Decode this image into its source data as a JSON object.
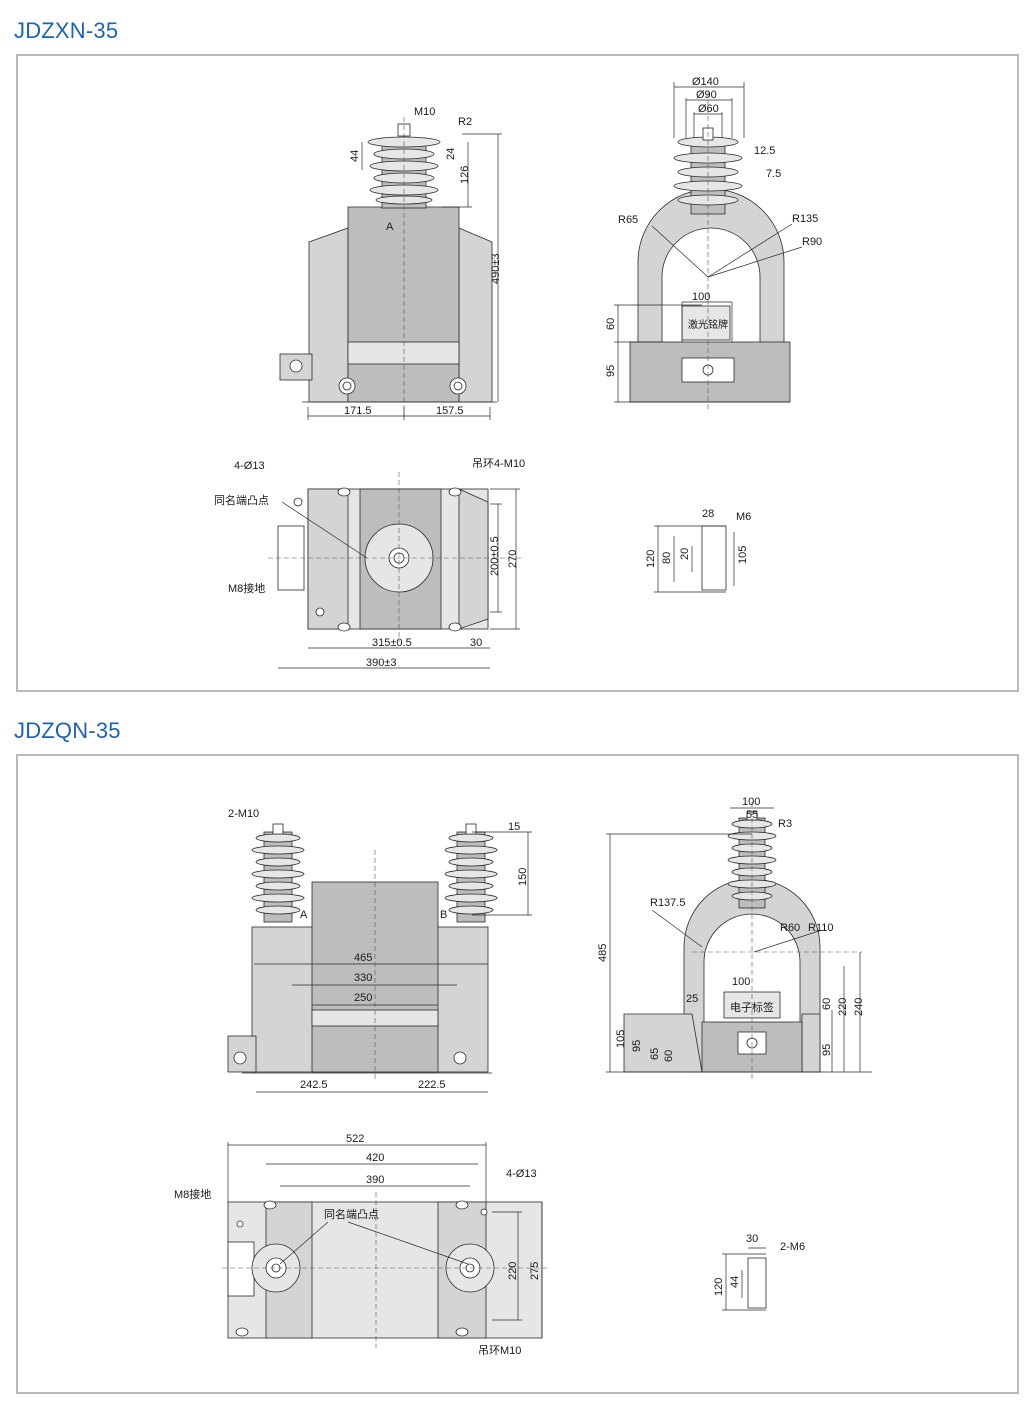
{
  "colors": {
    "title": "#1e63b3",
    "border": "#b9b9b9",
    "body": "#d4d4d4"
  },
  "section1": {
    "title": "JDZXN-35",
    "front": {
      "d_m10": "M10",
      "d_r2": "R2",
      "d_44": "44",
      "d_24": "24",
      "d_126": "126",
      "d_490": "490±3",
      "label_a": "A",
      "d_1715": "171.5",
      "d_1575": "157.5"
    },
    "side": {
      "d_140": "Ø140",
      "d_90": "Ø90",
      "d_60": "Ø60",
      "d_125": "12.5",
      "d_75": "7.5",
      "d_r65": "R65",
      "d_r135": "R135",
      "d_r90": "R90",
      "d_100": "100",
      "laser_plate": "激光铭牌",
      "d_60v": "60",
      "d_95": "95"
    },
    "top": {
      "d_4x13": "4-Ø13",
      "lifting": "吊环4-M10",
      "polarity": "同名端凸点",
      "ground": "M8接地",
      "d_200": "200±0.5",
      "d_270": "270",
      "d_315": "315±0.5",
      "d_30": "30",
      "d_390": "390±3"
    },
    "terminal": {
      "d_28": "28",
      "d_m6": "M6",
      "d_120": "120",
      "d_80": "80",
      "d_20": "20",
      "d_105": "105"
    }
  },
  "section2": {
    "title": "JDZQN-35",
    "front": {
      "d_2m10": "2-M10",
      "d_15": "15",
      "d_150": "150",
      "label_a": "A",
      "label_b": "B",
      "d_465": "465",
      "d_330": "330",
      "d_250": "250",
      "d_2425": "242.5",
      "d_2225": "222.5"
    },
    "side": {
      "d_100": "100",
      "d_55": "55",
      "d_r3": "R3",
      "d_r1375": "R137.5",
      "d_r60": "R60",
      "d_r110": "R110",
      "d_485": "485",
      "d_100b": "100",
      "e_label": "电子标签",
      "d_25": "25",
      "d_105": "105",
      "d_95": "95",
      "d_65": "65",
      "d_60": "60",
      "d_60r": "60",
      "d_220": "220",
      "d_240": "240",
      "d_95r": "95"
    },
    "top": {
      "d_522": "522",
      "d_420": "420",
      "d_390": "390",
      "d_4x13": "4-Ø13",
      "ground": "M8接地",
      "polarity": "同名端凸点",
      "d_220": "220",
      "d_275": "275",
      "lifting": "吊环M10"
    },
    "terminal": {
      "d_30": "30",
      "d_2m6": "2-M6",
      "d_120": "120",
      "d_44": "44"
    }
  }
}
